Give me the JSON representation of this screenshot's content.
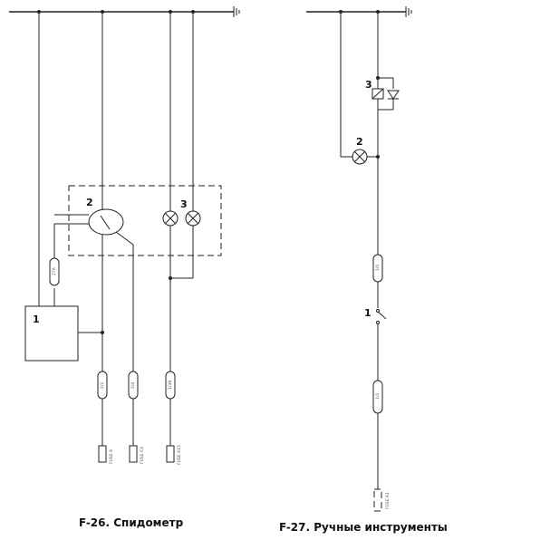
{
  "diagram_left": {
    "caption": "F-26. Спидометр",
    "labels": {
      "block": "1",
      "speedometer": "2",
      "lamps": "3"
    },
    "fuse_codes": [
      "27A",
      "1/2",
      "2/4",
      "1/3B"
    ],
    "connector_codes": [
      "FUSE A",
      "FUSE C4",
      "FUSE A15"
    ]
  },
  "diagram_right": {
    "caption": "F-27. Ручные инструменты",
    "labels": {
      "diode": "3",
      "lamp": "2",
      "switch": "1"
    },
    "fuse_codes": [
      "1/0",
      "1/2"
    ],
    "connector_codes": [
      "FUSE A1"
    ]
  }
}
